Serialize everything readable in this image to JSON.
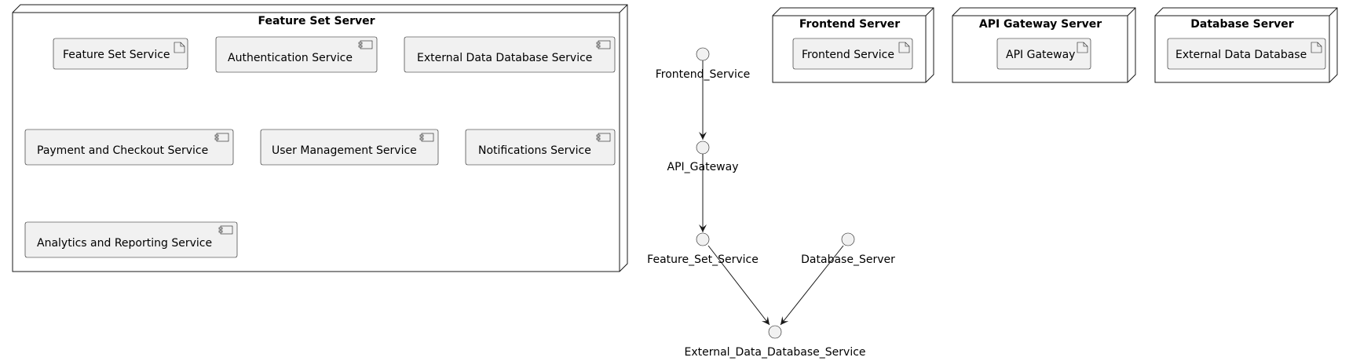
{
  "nodes": {
    "feature_set_server": {
      "title": "Feature Set Server",
      "items": [
        {
          "label": "Feature Set Service",
          "kind": "artifact"
        },
        {
          "label": "Authentication Service",
          "kind": "component"
        },
        {
          "label": "External Data Database Service",
          "kind": "component"
        },
        {
          "label": "Payment and Checkout Service",
          "kind": "component"
        },
        {
          "label": "User Management Service",
          "kind": "component"
        },
        {
          "label": "Notifications Service",
          "kind": "component"
        },
        {
          "label": "Analytics and Reporting Service",
          "kind": "component"
        }
      ]
    },
    "frontend_server": {
      "title": "Frontend Server",
      "item": "Frontend Service"
    },
    "api_gateway_server": {
      "title": "API Gateway Server",
      "item": "API Gateway"
    },
    "database_server": {
      "title": "Database Server",
      "item": "External Data Database"
    }
  },
  "interfaces": [
    "Frontend_Service",
    "API_Gateway",
    "Feature_Set_Service",
    "Database_Server",
    "External_Data_Database_Service"
  ],
  "edges": [
    {
      "from": "Frontend_Service",
      "to": "API_Gateway"
    },
    {
      "from": "API_Gateway",
      "to": "Feature_Set_Service"
    },
    {
      "from": "Feature_Set_Service",
      "to": "External_Data_Database_Service"
    },
    {
      "from": "Database_Server",
      "to": "External_Data_Database_Service"
    }
  ],
  "colors": {
    "box_fill": "#f1f1f1",
    "stroke": "#181818",
    "background": "#ffffff"
  }
}
